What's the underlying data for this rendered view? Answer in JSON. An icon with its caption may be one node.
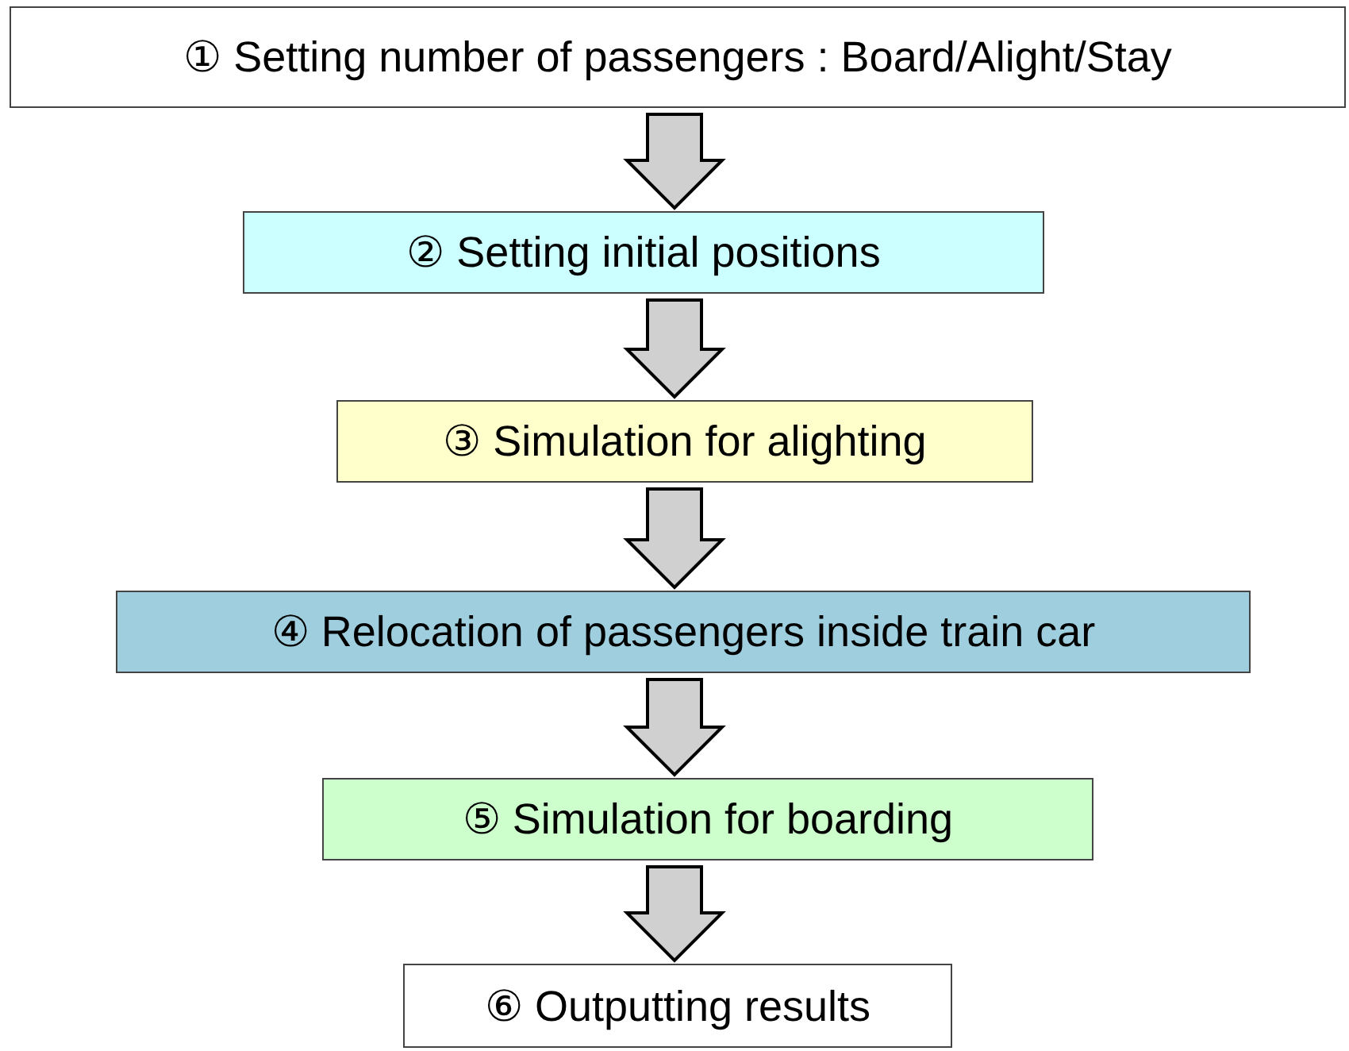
{
  "diagram": {
    "nodes": [
      {
        "text": [
          "① Setting number of passengers : Board/Alight/Stay"
        ]
      },
      {
        "text": [
          "② Setting initial positions"
        ]
      },
      {
        "text": [
          "③ Simulation for alighting"
        ]
      },
      {
        "text": [
          "④ Relocation of passengers inside train car"
        ]
      },
      {
        "text": [
          "⑤ Simulation for boarding"
        ]
      },
      {
        "text": [
          "⑥ Outputting results"
        ]
      }
    ],
    "edges": [
      {
        "from": 0,
        "to": 1,
        "arrow": "to"
      },
      {
        "from": 1,
        "to": 2,
        "arrow": "to"
      },
      {
        "from": 2,
        "to": 3,
        "arrow": "to"
      },
      {
        "from": 3,
        "to": 4,
        "arrow": "to"
      },
      {
        "from": 4,
        "to": 5,
        "arrow": "to"
      }
    ]
  }
}
